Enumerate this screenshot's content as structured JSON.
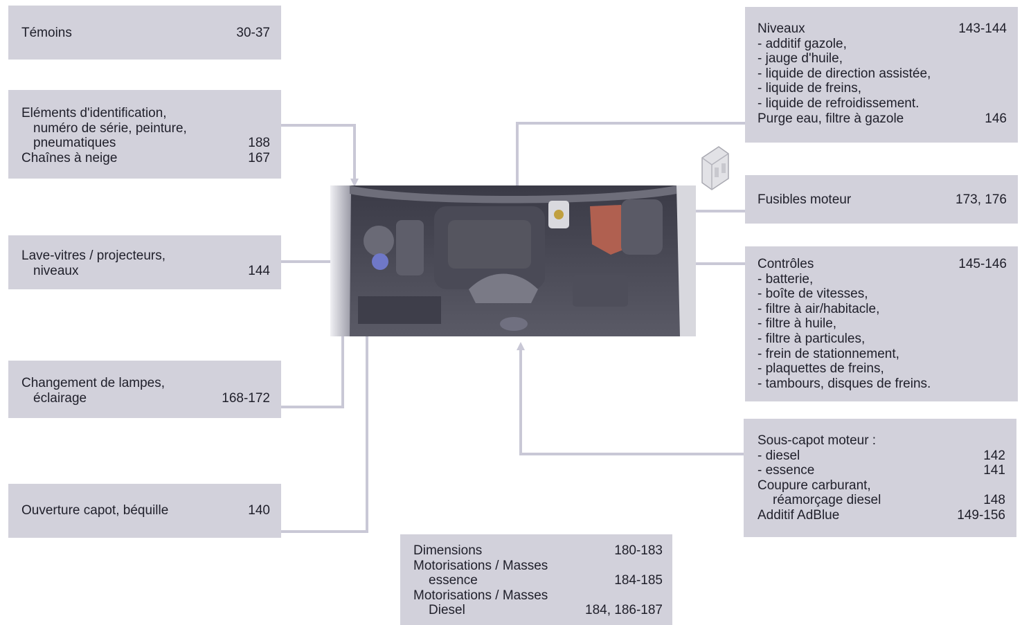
{
  "left_boxes": {
    "temoins": {
      "label": "Témoins",
      "pages": "30-37"
    },
    "identification": {
      "line1": "Eléments d'identification,",
      "line2": "numéro de série, peinture,",
      "line3": "pneumatiques",
      "line3_pages": "188",
      "line4": "Chaînes à neige",
      "line4_pages": "167"
    },
    "lave": {
      "line1": "Lave-vitres / projecteurs,",
      "line2": "niveaux",
      "pages": "144"
    },
    "lampes": {
      "line1": "Changement de lampes,",
      "line2": "éclairage",
      "pages": "168-172"
    },
    "capot": {
      "label": "Ouverture capot, béquille",
      "pages": "140"
    }
  },
  "right_boxes": {
    "niveaux": {
      "title": "Niveaux",
      "pages": "143-144",
      "items": [
        "-  additif gazole,",
        "-  jauge d'huile,",
        "-  liquide de direction assistée,",
        "-  liquide de freins,",
        "-  liquide de refroidissement."
      ],
      "purge": "Purge eau, filtre à gazole",
      "purge_pages": "146"
    },
    "fusibles": {
      "label": "Fusibles moteur",
      "pages": "173, 176"
    },
    "controles": {
      "title": "Contrôles",
      "pages": "145-146",
      "items": [
        "-  batterie,",
        "-  boîte de vitesses,",
        "-  filtre à air/habitacle,",
        "-  filtre à huile,",
        "-  filtre à particules,",
        "-  frein de stationnement,",
        "-  plaquettes de freins,",
        "-  tambours, disques de freins."
      ]
    },
    "souscapot": {
      "title": "Sous-capot moteur :",
      "diesel": "-  diesel",
      "diesel_pages": "142",
      "essence": "-  essence",
      "essence_pages": "141",
      "coupure1": "Coupure carburant,",
      "coupure2": "réamorçage diesel",
      "coupure_pages": "148",
      "adblue": "Additif AdBlue",
      "adblue_pages": "149-156"
    }
  },
  "bottom_box": {
    "dimensions": "Dimensions",
    "dimensions_pages": "180-183",
    "motor1": "Motorisations / Masses",
    "motor1_sub": "essence",
    "motor1_pages": "184-185",
    "motor2": "Motorisations / Masses",
    "motor2_sub": "Diesel",
    "motor2_pages": "184, 186-187"
  },
  "colors": {
    "box_bg": "#d2d1db",
    "connector": "#c9c8d6",
    "text": "#1f1f2a"
  }
}
